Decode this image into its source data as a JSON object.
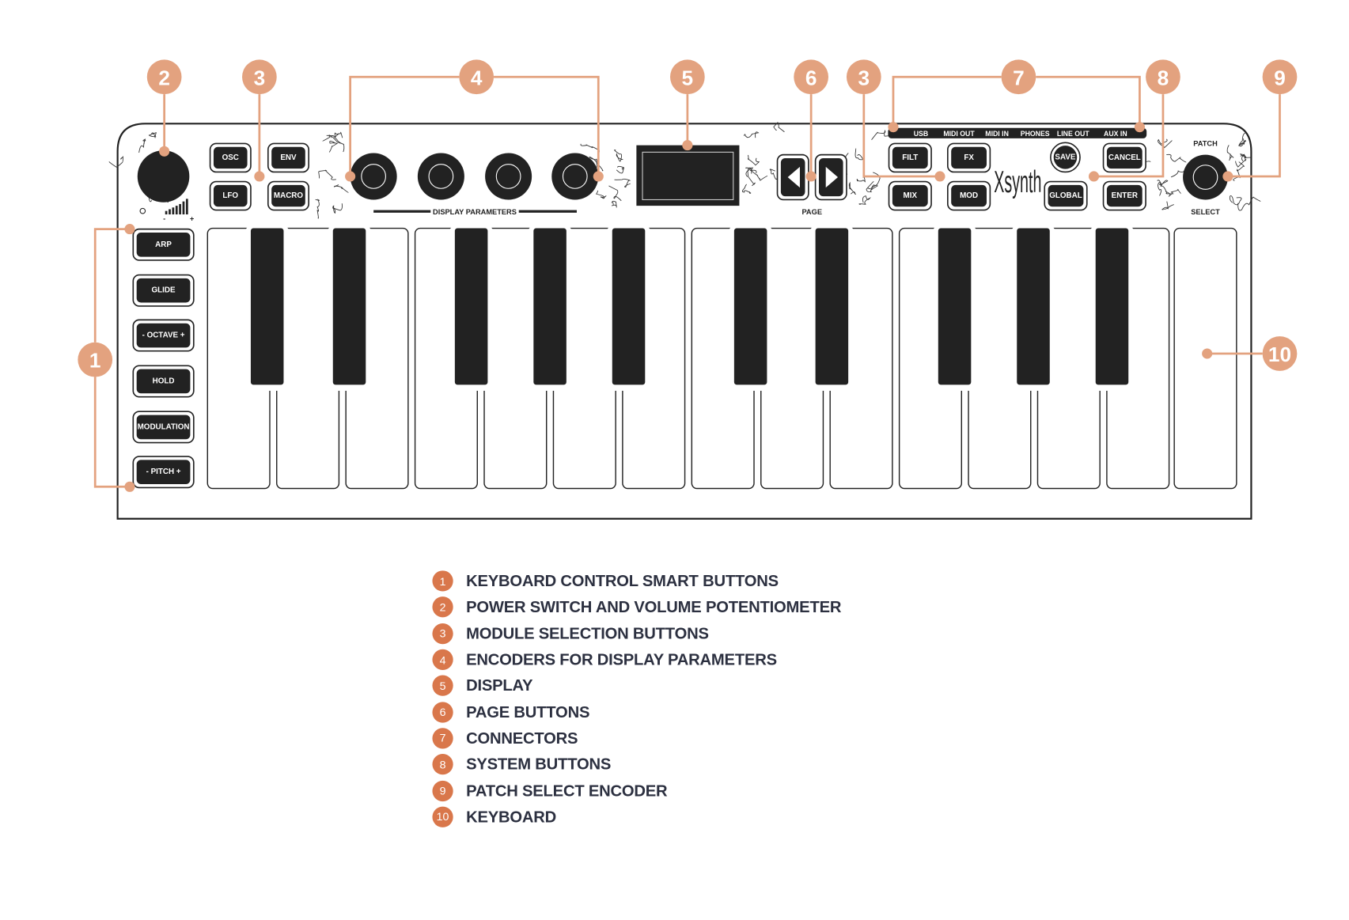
{
  "device": {
    "brand": "Xsynth",
    "smart_buttons": [
      "ARP",
      "GLIDE",
      "- OCTAVE +",
      "HOLD",
      "MODULATION",
      "- PITCH +"
    ],
    "module_buttons_left": [
      "OSC",
      "ENV",
      "LFO",
      "MACRO"
    ],
    "display_parameters_label": "DISPLAY PARAMETERS",
    "page_label": "PAGE",
    "connectors": [
      "USB",
      "MIDI OUT",
      "MIDI IN",
      "PHONES",
      "LINE OUT",
      "AUX IN"
    ],
    "module_buttons_right": [
      "FILT",
      "FX",
      "MIX",
      "MOD"
    ],
    "system_buttons": {
      "save": "SAVE",
      "cancel": "CANCEL",
      "global": "GLOBAL",
      "enter": "ENTER"
    },
    "patch_label": "PATCH",
    "select_label": "SELECT",
    "volume_minus": "-",
    "volume_plus": "+"
  },
  "callouts": [
    "1",
    "2",
    "3",
    "3",
    "4",
    "5",
    "6",
    "7",
    "8",
    "9",
    "10"
  ],
  "legend": [
    {
      "num": "1",
      "text": "KEYBOARD CONTROL SMART BUTTONS"
    },
    {
      "num": "2",
      "text": "POWER SWITCH AND VOLUME POTENTIOMETER"
    },
    {
      "num": "3",
      "text": "MODULE SELECTION BUTTONS"
    },
    {
      "num": "4",
      "text": "ENCODERS FOR DISPLAY PARAMETERS"
    },
    {
      "num": "5",
      "text": "DISPLAY"
    },
    {
      "num": "6",
      "text": "PAGE BUTTONS"
    },
    {
      "num": "7",
      "text": "CONNECTORS"
    },
    {
      "num": "8",
      "text": "SYSTEM BUTTONS"
    },
    {
      "num": "9",
      "text": "PATCH SELECT ENCODER"
    },
    {
      "num": "10",
      "text": "KEYBOARD"
    }
  ],
  "colors": {
    "callout": "#e3a27f",
    "legend_badge": "#d9774b",
    "ink": "#222222",
    "legend_text": "#2c3040"
  }
}
